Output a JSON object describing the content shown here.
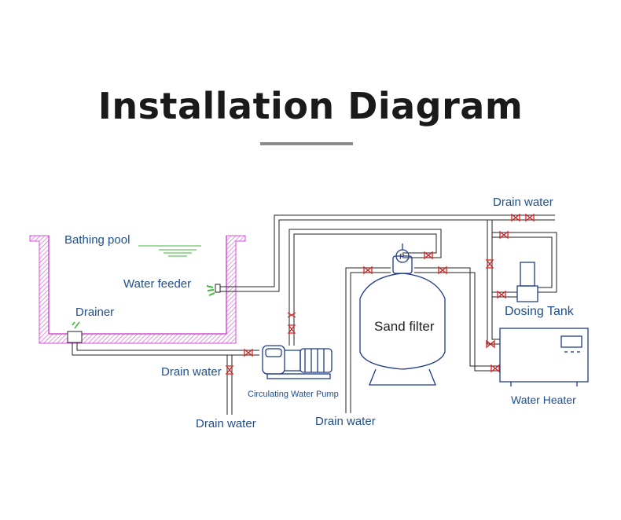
{
  "title": "Installation Diagram",
  "labels": {
    "bathing_pool": "Bathing pool",
    "water_feeder": "Water feeder",
    "drainer": "Drainer",
    "drain_water_top": "Drain water",
    "drain_water_pump_side": "Drain water",
    "drain_water_bottom_left": "Drain water",
    "drain_water_bottom_mid": "Drain water",
    "circulating_pump": "Circulating Water Pump",
    "sand_filter": "Sand filter",
    "dosing_tank": "Dosing Tank",
    "water_heater": "Water Heater"
  },
  "colors": {
    "title": "#1a1a1a",
    "label": "#1f4e8c",
    "pool_wall": "#d44fd4",
    "valve": "#d42020",
    "pipe": "#222222",
    "equipment": "#1f3a8a",
    "water": "#3cb83c"
  }
}
